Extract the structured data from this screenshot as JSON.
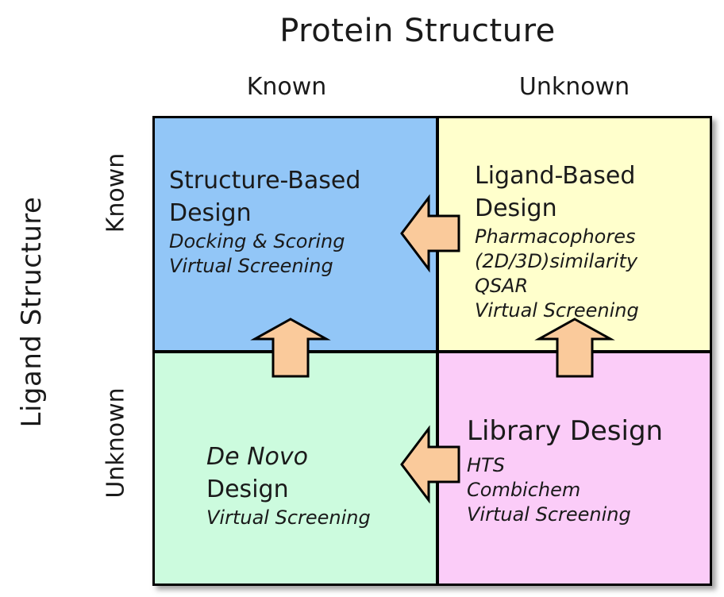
{
  "diagram": {
    "background": "#FFFFFF",
    "border_color": "#000000",
    "text_color": "#1A1A1A",
    "arrow_fill": "#FACA9B",
    "arrow_stroke": "#000000",
    "x_axis": {
      "title": "Protein Structure",
      "labels": [
        "Known",
        "Unknown"
      ]
    },
    "y_axis": {
      "title": "Ligand Structure",
      "labels": [
        "Known",
        "Unknown"
      ]
    },
    "quadrants": {
      "structure_based": {
        "bg": "#92C6F7",
        "title_lines": [
          "Structure-Based",
          "Design"
        ],
        "methods": [
          "Docking & Scoring",
          "Virtual Screening"
        ]
      },
      "ligand_based": {
        "bg": "#FFFFCC",
        "title_lines": [
          "Ligand-Based",
          "Design"
        ],
        "methods": [
          "Pharmacophores",
          "(2D/3D)similarity",
          "QSAR",
          "Virtual Screening"
        ]
      },
      "de_novo": {
        "bg": "#CCFBDE",
        "title_italic": "De Novo",
        "title_regular": "Design",
        "methods": [
          "Virtual Screening"
        ]
      },
      "library": {
        "bg": "#FBCCF8",
        "title": "Library Design",
        "methods": [
          "HTS",
          "Combichem",
          "Virtual Screening"
        ]
      }
    }
  }
}
